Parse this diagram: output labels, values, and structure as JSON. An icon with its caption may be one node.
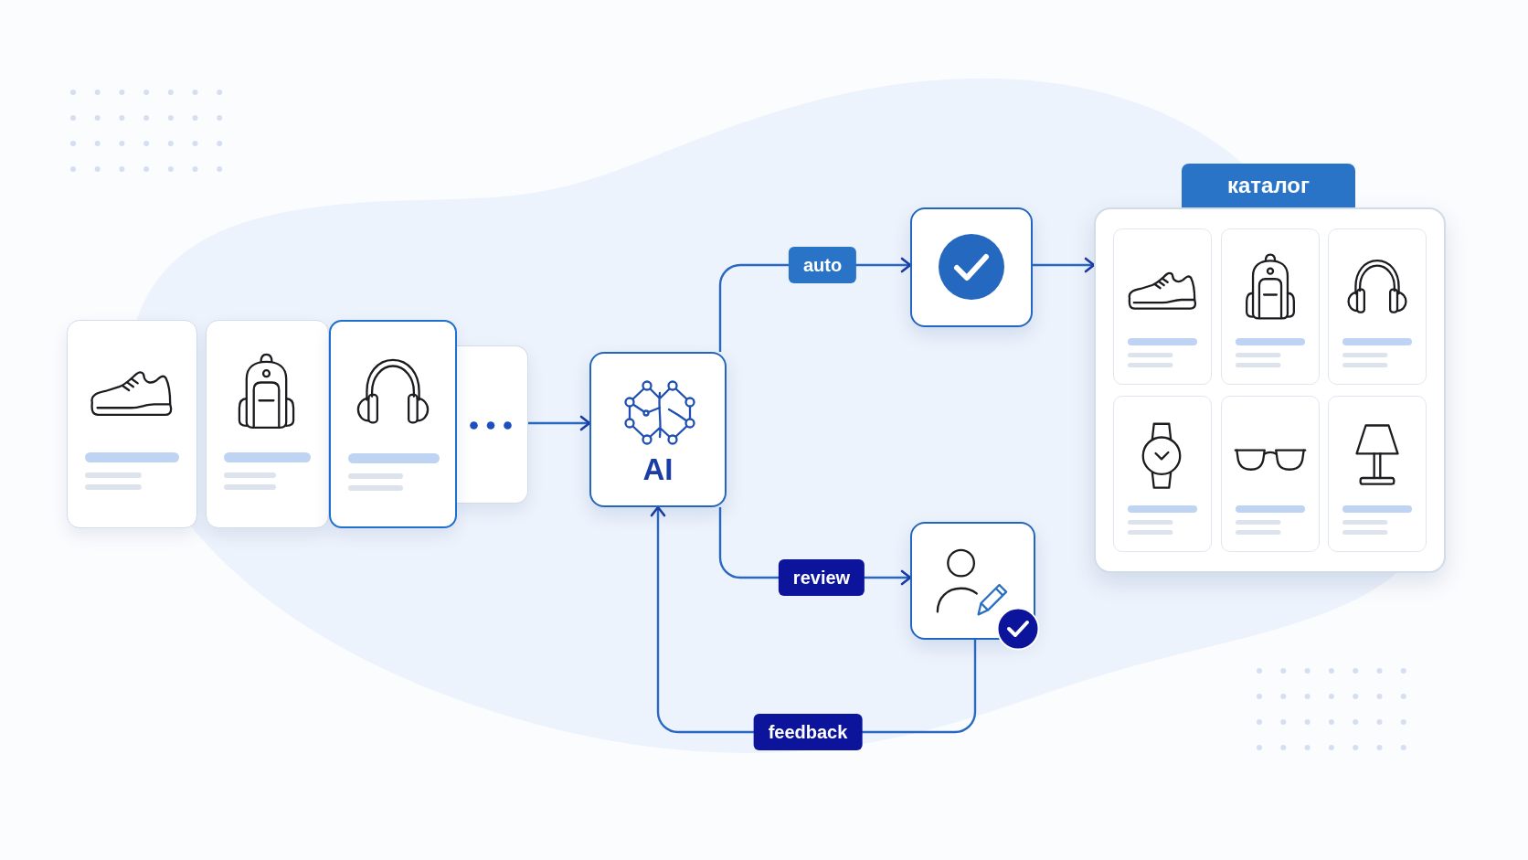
{
  "diagram": {
    "nodes": [
      {
        "text": [],
        "shape": "box"
      },
      {
        "text": [],
        "shape": "box"
      },
      {
        "text": [],
        "shape": "box"
      },
      {
        "text": [],
        "shape": "box"
      },
      {
        "text": [
          "AI"
        ]
      },
      {
        "text": [],
        "shape": "box"
      },
      {
        "text": [],
        "shape": "box"
      },
      {
        "text": [
          "каталог"
        ]
      },
      {
        "text": [],
        "shape": "box",
        "in": 7
      },
      {
        "text": [],
        "shape": "box",
        "in": 7
      },
      {
        "text": [],
        "shape": "box",
        "in": 7
      },
      {
        "text": [],
        "shape": "box",
        "in": 7
      },
      {
        "text": [],
        "shape": "box",
        "in": 7
      },
      {
        "text": [],
        "shape": "box",
        "in": 7
      }
    ],
    "edges": [
      {
        "from": 3,
        "to": 4,
        "arrow": "to"
      },
      {
        "from": 4,
        "to": 5,
        "arrow": "to",
        "label": "auto"
      },
      {
        "from": 4,
        "to": 6,
        "arrow": "to",
        "label": "review"
      },
      {
        "from": 6,
        "to": 4,
        "arrow": "to",
        "label": "feedback"
      },
      {
        "from": 5,
        "to": 7,
        "arrow": "to"
      }
    ]
  }
}
